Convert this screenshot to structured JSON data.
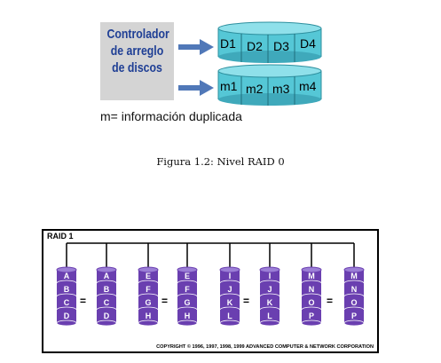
{
  "figure_top": {
    "controller_lines": [
      "Controlador",
      "de arreglo",
      "de discos"
    ],
    "disk_row_1": [
      "D1",
      "D2",
      "D3",
      "D4"
    ],
    "disk_row_2": [
      "m1",
      "m2",
      "m3",
      "m4"
    ],
    "legend": "m= información duplicada",
    "colors": {
      "controller_text": "#1f3f95",
      "disk_cyan": "#55c7d6",
      "arrow_blue": "#5078b8"
    }
  },
  "caption": "Figura 1.2: Nivel RAID 0",
  "raid1": {
    "title": "RAID 1",
    "stacks": [
      [
        "A",
        "B",
        "C",
        "D"
      ],
      [
        "A",
        "B",
        "C",
        "D"
      ],
      [
        "E",
        "F",
        "G",
        "H"
      ],
      [
        "E",
        "F",
        "G",
        "H"
      ],
      [
        "I",
        "J",
        "K",
        "L"
      ],
      [
        "I",
        "J",
        "K",
        "L"
      ],
      [
        "M",
        "N",
        "O",
        "P"
      ],
      [
        "M",
        "N",
        "O",
        "P"
      ]
    ],
    "equals": [
      "=",
      "=",
      "=",
      "="
    ],
    "copyright": "COPYRIGHT © 1996, 1997, 1998, 1999 ADVANCED COMPUTER & NETWORK CORPORATION",
    "colors": {
      "disk_purple": "#6a3fb0"
    }
  }
}
